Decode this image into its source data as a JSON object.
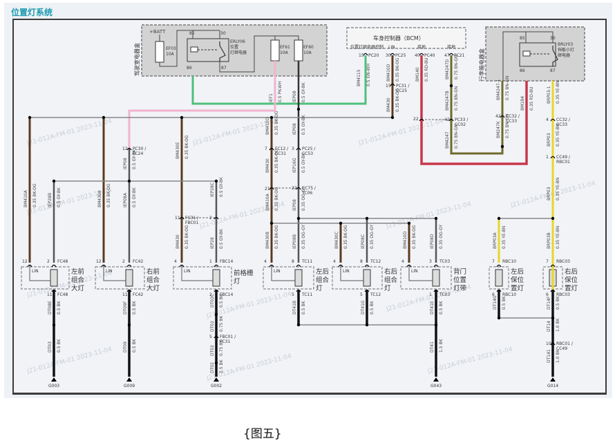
{
  "page": {
    "title": "位置灯系统",
    "caption": "{图五}",
    "watermark": "J21-012A-FM-01 2023-11-04"
  },
  "colors": {
    "title": "#1b9bb0",
    "wire_brown": "#5b3a1e",
    "wire_gray": "#6d6d6d",
    "wire_black": "#111111",
    "wire_green": "#4fbf7a",
    "wire_pink": "#f2b3cf",
    "wire_red": "#c8374a",
    "wire_olive": "#6f6a2c",
    "wire_yellow": "#e8d62b",
    "box_fill": "#d3d3d3",
    "box_border": "#7a7a7a"
  },
  "modules": {
    "cabin_box": {
      "name": "驾驶室电器盒",
      "supply": "+BATT",
      "fuses": [
        {
          "id": "EF03",
          "rating": "10A"
        },
        {
          "id": "EF61",
          "rating": "10A"
        },
        {
          "id": "EF60",
          "rating": "10A"
        }
      ],
      "relay": {
        "id": "ERLY06",
        "desc1": "位置",
        "desc2": "灯继电器",
        "pins": [
          "85",
          "86",
          "30",
          "87"
        ]
      }
    },
    "bcm": {
      "name": "车身控制器（BCM）",
      "pin_labels": [
        "位置灯继电器控制",
        "LIN",
        "接地",
        "接地"
      ],
      "pins": [
        {
          "pin": "15",
          "conn": "PC20"
        },
        {
          "pin": "30",
          "conn": "PC25"
        },
        {
          "pin": "40",
          "conn": "PC40"
        },
        {
          "pin": "47",
          "conn": "PC21"
        }
      ]
    },
    "trunk_box": {
      "name": "行李箱电器盒",
      "relay": {
        "id": "BRLY03",
        "desc1": "挡板小灯",
        "desc2": "继电器",
        "pins": [
          "85",
          "86",
          "30",
          "87"
        ]
      }
    }
  },
  "wires": {
    "bm4115": {
      "code": "BM4115",
      "spec": "0.5 GN-WH"
    },
    "ief1": {
      "code": "IEF1",
      "spec": "0.5 PK-WH"
    },
    "iep08_top": {
      "code": "IEP08",
      "spec": "0.5 GY-BK"
    },
    "bm410d": {
      "code": "BM410D",
      "spec": "0.35 BK-OG"
    },
    "bm430": {
      "code": "BM430",
      "spec": "0.35 BK-OG"
    },
    "bm140": {
      "code": "BM140",
      "spec": "0.35 RD-BU"
    },
    "bm4247d": {
      "code": "BM4247D",
      "spec": "0.75 BN-GN"
    },
    "bm4247b": {
      "code": "BM4247B",
      "spec": "0.75 BN-GN"
    },
    "bm4247": {
      "code": "BM4247",
      "spec": "0.75 BN-GN"
    },
    "bm4247_1": {
      "code": "BM4247-1",
      "spec": "0.75 BN-GN"
    },
    "bm247k": {
      "code": "BM247K",
      "spec": "0.75 BN-GN"
    },
    "bm1b4": {
      "code": "BM1B4",
      "spec": "0.35 RD-BU"
    },
    "brp03_1": {
      "code": "BRP03-1",
      "spec": "0.35 YE-BN"
    },
    "brp03": {
      "code": "BRP03",
      "spec": "0.35 YE-BN"
    },
    "brp03_lower": {
      "code": "BRP03",
      "spec": "0.35 YE-BN"
    },
    "brp03a": {
      "code": "BRP03A",
      "spec": "0.35 YE-BN"
    },
    "brp03b": {
      "code": "BRP03B",
      "spec": "0.35 YE-BN"
    },
    "bm410a_left": {
      "code": "BM410A",
      "spec": "0.35 BK-OG"
    },
    "iep28b": {
      "code": "IEP28B",
      "spec": "0.5 GY-BK"
    },
    "bm4308": {
      "code": "BM4308",
      "spec": "0.35 BK-OG"
    },
    "iep08a": {
      "code": "IEP08A",
      "spec": "0.5 GY-BK"
    },
    "iep08": {
      "code": "IEP08",
      "spec": "0.5 GY-BK"
    },
    "bm430e": {
      "code": "BM430E",
      "spec": "0.35 BK-OG"
    },
    "iep28c": {
      "code": "IEP28C",
      "spec": "0.5 GY-BK"
    },
    "bm430_fbc": {
      "code": "BM430",
      "spec": "0.35 BK-OG"
    },
    "iep28": {
      "code": "IEP28",
      "spec": "0.5 GY-BK"
    },
    "bm410d_mid": {
      "code": "BM410D",
      "spec": "0.35 BK-OG"
    },
    "iep08_mid": {
      "code": "IEP08",
      "spec": "0.5 GY-BK"
    },
    "bm430_mid": {
      "code": "BM430",
      "spec": "0.35 BK-OG"
    },
    "iep16g": {
      "code": "IEP16G",
      "spec": "0.5 GY-BK"
    },
    "bm410a_mid": {
      "code": "BM410A",
      "spec": "0.35 BK-OG"
    },
    "iep08_b": {
      "code": "IEP08",
      "spec": "0.35 OG-GY"
    },
    "bm430b": {
      "code": "BM430B",
      "spec": "0.35 BK-OG"
    },
    "iep08b": {
      "code": "IEP08B",
      "spec": "0.35 OG-GY"
    },
    "bm430c": {
      "code": "BM430C",
      "spec": "0.35 BK-OG"
    },
    "iep08c": {
      "code": "IEP08C",
      "spec": "0.35 OG-GY"
    },
    "bm410d_low": {
      "code": "BM410D",
      "spec": "0.35 BK-OG"
    },
    "iep08d": {
      "code": "IEP08D",
      "spec": "0.35 OG-GY"
    },
    "dt08e": {
      "code": "DT08E",
      "spec": "0.5 BK"
    },
    "dt03": {
      "code": "DT03",
      "spec": "0.5 BK"
    },
    "dt09f": {
      "code": "DT09F",
      "spec": "0.5 BK"
    },
    "dt09": {
      "code": "DT09",
      "spec": "0.5 BK"
    },
    "dt02c": {
      "code": "DT02C",
      "spec": "0.5 BK"
    },
    "dt02_a": {
      "code": "DT02",
      "spec": "0.75 BK"
    },
    "dt02_b": {
      "code": "DT02",
      "spec": "0.75 BK"
    },
    "dt02_c": {
      "code": "DT02",
      "spec": "2.5 BK"
    },
    "dt41b": {
      "code": "DT41B",
      "spec": "0.5 BK"
    },
    "dt41g": {
      "code": "DT41G",
      "spec": "0.5 BK"
    },
    "dt41e": {
      "code": "DT41E",
      "spec": "0.5 BK"
    },
    "dt41": {
      "code": "DT41",
      "spec": "1.5 BK"
    },
    "dt14g": {
      "code": "DT14G",
      "spec": "0.5 BK"
    },
    "dt14f": {
      "code": "DT14F",
      "spec": "0.5 BK"
    },
    "dt14": {
      "code": "DT14",
      "spec": "1.0 BK"
    },
    "dt141": {
      "code": "DT141",
      "spec": "1.0 BK"
    }
  },
  "connectors": {
    "pc20": {
      "pin": "15",
      "name": "PC20"
    },
    "pc25": {
      "pin": "30",
      "name": "PC25"
    },
    "pc31_cc25": {
      "pin": "15",
      "name": "PC31 / CC25"
    },
    "pc40": {
      "pin": "40",
      "name": "PC40"
    },
    "pc21": {
      "pin": "47",
      "name": "PC21"
    },
    "pc30_fc24": {
      "pin": "12",
      "name": "PC30 / FC24"
    },
    "fc12_cc31": {
      "pin": "7",
      "name": "FC12 / CC31"
    },
    "pc25_cc53": {
      "pin": "3",
      "name": "PC25 / CC53"
    },
    "cc75_tc06": {
      "pin": "22",
      "name": "CC75 / TC06"
    },
    "cc75_left": {
      "pin": "21",
      "name": ""
    },
    "fc31_fbc01": {
      "pin": "11",
      "name": "FC31 / FBC01"
    },
    "fc31_fbc01_b": {
      "pin": "2",
      "name": ""
    },
    "pc33_cc02": {
      "pin": "42",
      "name": "PC33 / CC02"
    },
    "pc33_left": {
      "pin": "22",
      "name": ""
    },
    "cc32_cc33_l": {
      "pin": "42",
      "name": "CC32 / CC33"
    },
    "cc32_cc33_r": {
      "pin": "4",
      "name": "CC32 / CC33"
    },
    "cc49_rbc01": {
      "pin": "1",
      "name": "CC49 / RBC01"
    },
    "fbc01_fc31": {
      "pin": "5",
      "name": "FBC01 / FC31"
    },
    "rbc01_cc49": {
      "pin": "10",
      "name": "RBC01 / CC49"
    }
  },
  "lamps": [
    {
      "name": "左前组合大灯",
      "lin_pin": "12",
      "pos_pin": "2",
      "conn": "FC48",
      "gnd_pin": "11",
      "gnd_conn": "FC48",
      "lin": "LIN",
      "ground": "G003"
    },
    {
      "name": "右前组合大灯",
      "lin_pin": "12",
      "pos_pin": "2",
      "conn": "FC42",
      "gnd_pin": "11",
      "gnd_conn": "FC42",
      "lin": "LIN",
      "ground": "G009"
    },
    {
      "name": "前格栅灯",
      "lin_pin": "4",
      "pos_pin": "1",
      "conn": "FBC14",
      "gnd_pin": "2",
      "gnd_conn": "FBC14",
      "lin": "LIN",
      "ground": "G002"
    },
    {
      "name": "左后组合灯",
      "lin_pin": "4",
      "pos_pin": "8",
      "conn": "TC11",
      "gnd_pin": "5",
      "gnd_conn": "TC11",
      "lin": "LIN",
      "ground": ""
    },
    {
      "name": "右后组合灯",
      "lin_pin": "4",
      "pos_pin": "8",
      "conn": "TC12",
      "gnd_pin": "5",
      "gnd_conn": "TC12",
      "lin": "LIN",
      "ground": ""
    },
    {
      "name": "背门位置灯带",
      "lin_pin": "4",
      "pos_pin": "3",
      "conn": "TC03",
      "gnd_pin": "1",
      "gnd_conn": "TC03",
      "lin": "LIN",
      "ground": "G043"
    },
    {
      "name": "左后保位置灯",
      "lin_pin": "",
      "pos_pin": "7",
      "conn": "RBC10",
      "gnd_pin": "6",
      "gnd_conn": "RBC10",
      "lin": "",
      "ground": ""
    },
    {
      "name": "右后保位置灯",
      "lin_pin": "",
      "pos_pin": "7",
      "conn": "RBC03",
      "gnd_pin": "6",
      "gnd_conn": "RBC03",
      "lin": "",
      "ground": "G014"
    }
  ]
}
